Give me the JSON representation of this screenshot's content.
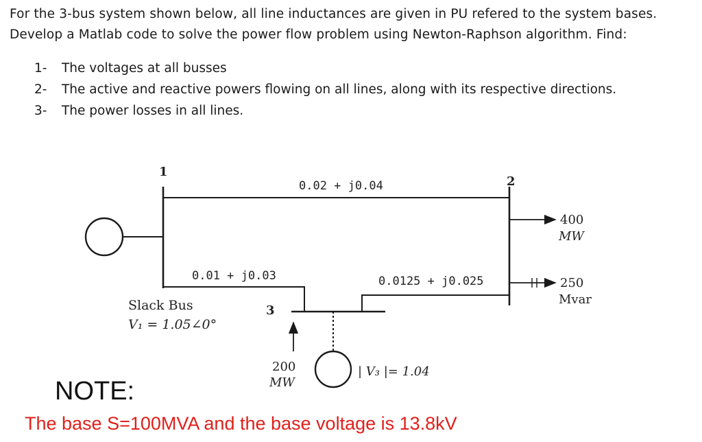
{
  "problem": {
    "intro": "For the 3-bus system shown below, all line inductances are given in PU refered to the system bases. Develop a Matlab code to solve the power flow problem using Newton-Raphson algorithm. Find:",
    "tasks": [
      {
        "number": "1-",
        "text": "The voltages at all busses"
      },
      {
        "number": "2-",
        "text": "The active and reactive powers flowing on all lines, along with its respective directions."
      },
      {
        "number": "3-",
        "text": "The power losses in all lines."
      }
    ]
  },
  "diagram": {
    "bus_labels": {
      "bus1": "1",
      "bus2": "2",
      "bus3": "3"
    },
    "lines": {
      "line_1_2": "0.02 + j0.04",
      "line_1_3": "0.01 + j0.03",
      "line_2_3": "0.0125 + j0.025"
    },
    "slack": {
      "title": "Slack Bus",
      "voltage": "V₁ = 1.05∠0°"
    },
    "bus2_load": {
      "p_value": "400",
      "p_unit": "MW",
      "q_value": "250",
      "q_unit": "Mvar"
    },
    "bus3_gen": {
      "p_value": "200",
      "p_unit": "MW",
      "voltage": "| V₃ |= 1.04"
    }
  },
  "note": {
    "title": "NOTE:",
    "text": "The base S=100MVA and the base voltage is 13.8kV"
  },
  "colors": {
    "note_text": "#e0201b",
    "line": "#1a1a1a"
  }
}
